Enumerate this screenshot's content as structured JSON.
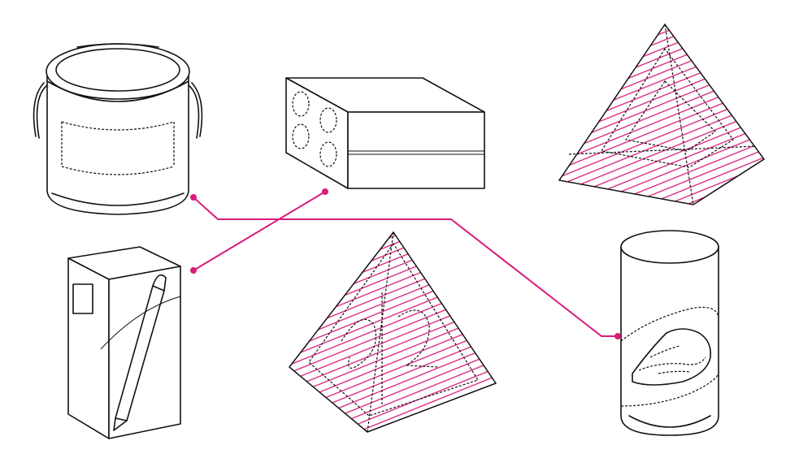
{
  "colors": {
    "accent": "#d81b7a",
    "ink": "#111111",
    "background": "#ffffff"
  },
  "objects": [
    {
      "id": "paint-can",
      "icon": "paint-can-icon"
    },
    {
      "id": "box",
      "icon": "box-icon"
    },
    {
      "id": "pyramid-top",
      "icon": "pyramid-icon",
      "pattern": "pink-hatched"
    },
    {
      "id": "carton-with-pen",
      "icon": "carton-icon"
    },
    {
      "id": "pyramid-center",
      "icon": "pyramid-icon",
      "pattern": "pink-hatched"
    },
    {
      "id": "cylinder-with-shoe",
      "icon": "cylinder-icon"
    }
  ],
  "connections": [
    {
      "from": "paint-can",
      "to": "cylinder-with-shoe"
    },
    {
      "from": "box",
      "to": "carton-with-pen"
    }
  ]
}
